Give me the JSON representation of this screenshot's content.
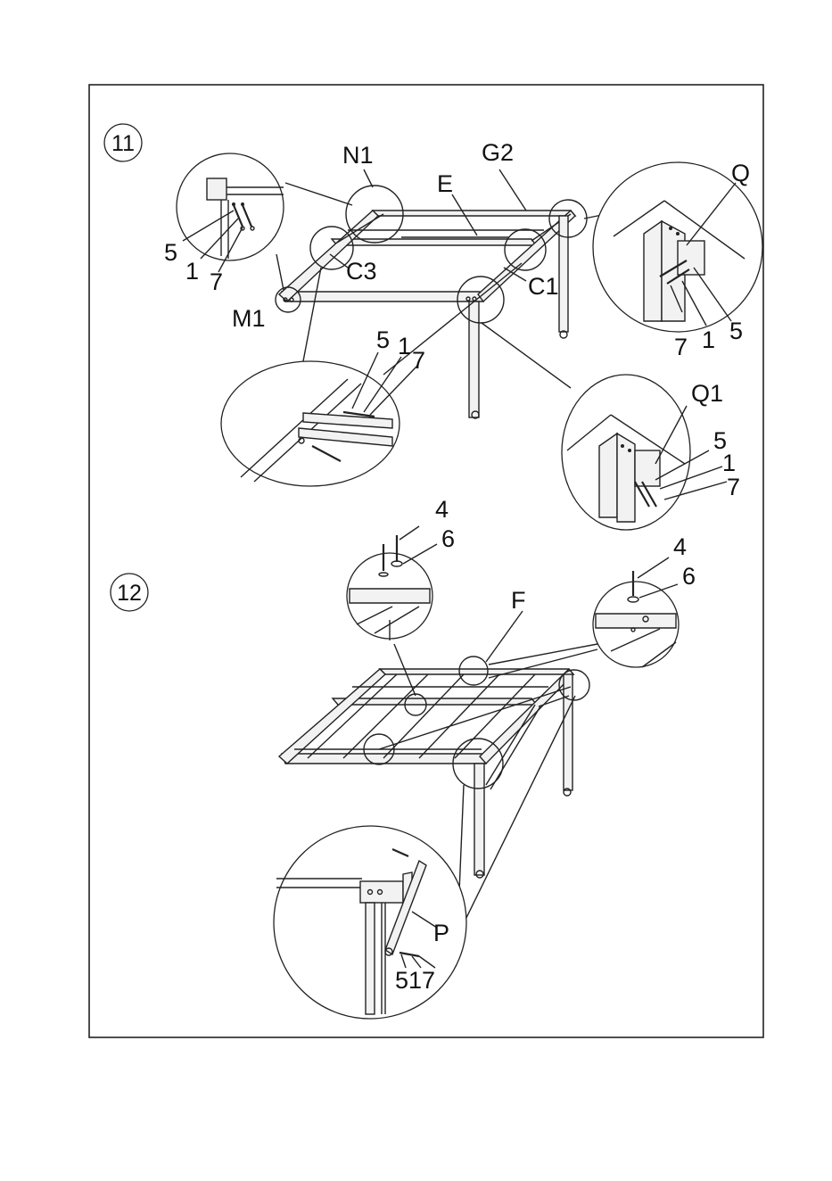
{
  "steps": [
    {
      "number": "11",
      "labels": [
        "N1",
        "G2",
        "E",
        "Q",
        "5",
        "1",
        "7",
        "C3",
        "C1",
        "M1",
        "Q1"
      ],
      "callout_bottom_left": [
        "5",
        "1",
        "7"
      ],
      "callout_right_top": [
        "7",
        "1",
        "5"
      ],
      "callout_right_bottom": [
        "5",
        "1",
        "7"
      ]
    },
    {
      "number": "12",
      "labels": [
        "4",
        "6",
        "F",
        "P"
      ],
      "callout_left": [
        "4",
        "6"
      ],
      "callout_right": [
        "4",
        "6"
      ],
      "callout_bottom": "517"
    }
  ],
  "colors": {
    "line": "#222222",
    "background": "#ffffff"
  }
}
